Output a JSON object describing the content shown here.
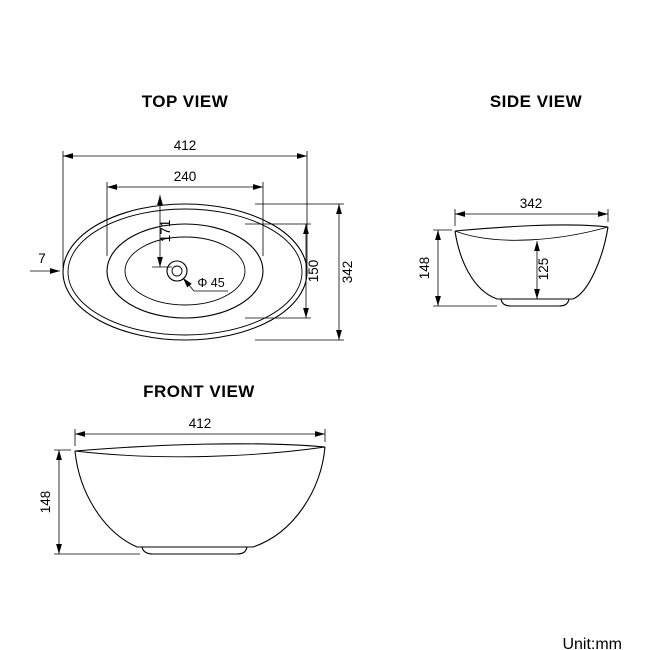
{
  "page": {
    "unit_label": "Unit:mm"
  },
  "views": {
    "top": {
      "title": "TOP VIEW",
      "dims": {
        "overall_width": "412",
        "opening_width": "240",
        "center_from_top": "171",
        "opening_depth": "150",
        "overall_depth": "342",
        "rim_thickness": "7",
        "drain_diameter": "Φ 45"
      }
    },
    "side": {
      "title": "SIDE VIEW",
      "dims": {
        "width": "342",
        "height": "148",
        "inner_depth": "125"
      }
    },
    "front": {
      "title": "FRONT VIEW",
      "dims": {
        "width": "412",
        "height": "148"
      }
    }
  }
}
